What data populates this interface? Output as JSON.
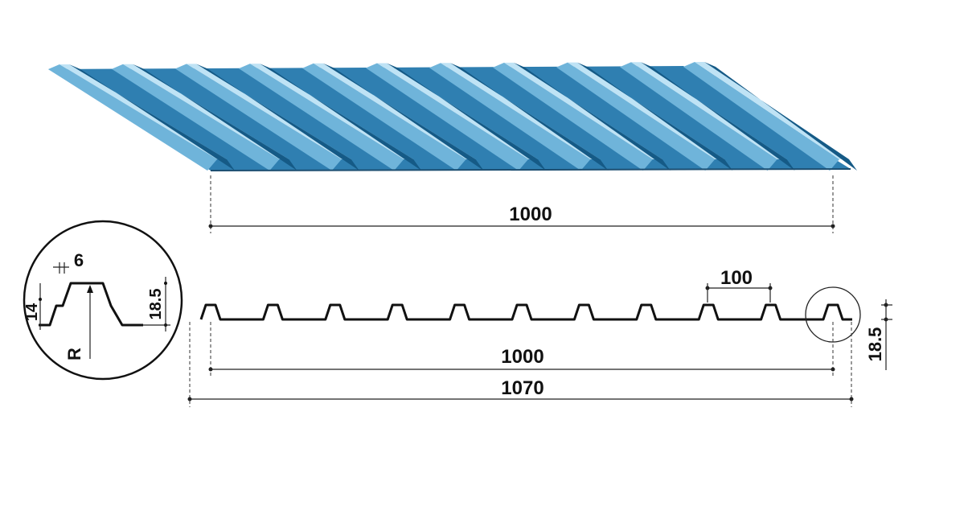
{
  "colors": {
    "sheet_face": "#2f7fb1",
    "sheet_light": "#6fb4da",
    "sheet_dark": "#155a86",
    "sheet_highlight": "#bfe3f5",
    "line": "#111111"
  },
  "dimensions": {
    "sheet_width": "1000",
    "effective_width": "1000",
    "total_width": "1070",
    "rib_pitch": "100",
    "profile_height": "18.5",
    "detail_top_width": "6",
    "detail_step": "14",
    "detail_height": "18.5",
    "detail_radius": "R"
  }
}
